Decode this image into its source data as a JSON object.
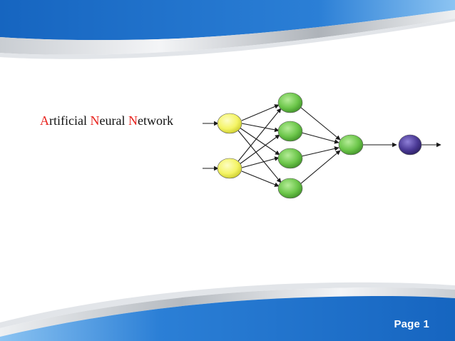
{
  "slide": {
    "title_parts": [
      {
        "text": "A",
        "highlight": true
      },
      {
        "text": "rtificial  ",
        "highlight": false
      },
      {
        "text": "N",
        "highlight": true
      },
      {
        "text": "eural ",
        "highlight": false
      },
      {
        "text": "N",
        "highlight": true
      },
      {
        "text": "etwork",
        "highlight": false
      }
    ],
    "page_label": "Page 1"
  },
  "diagram": {
    "layers": [
      {
        "role": "input",
        "node_count": 2,
        "color": "#f4f466"
      },
      {
        "role": "hidden",
        "node_count": 4,
        "color": "#6cc64a"
      },
      {
        "role": "hidden",
        "node_count": 1,
        "color": "#6cc64a"
      },
      {
        "role": "output",
        "node_count": 1,
        "color": "#4b3a96"
      }
    ],
    "edge_color": "#1a1a1a"
  },
  "theme": {
    "band_dark": "#1665c0",
    "band_light": "#6fb3ee",
    "accent_text": "#e8231e"
  }
}
